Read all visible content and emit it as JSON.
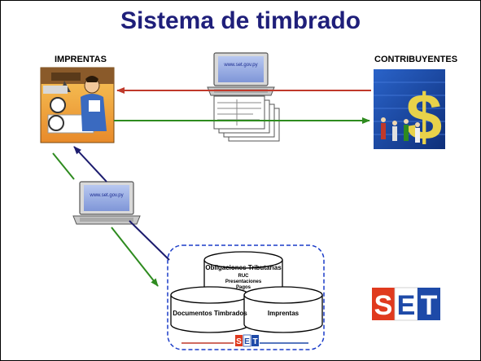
{
  "title": "Sistema de timbrado",
  "labels": {
    "imprentas": "IMPRENTAS",
    "contribuyentes": "CONTRIBUYENTES"
  },
  "laptop_url": "www.set.gov.py",
  "database": {
    "top": {
      "title": "Obligaciones Tributarias",
      "lines": [
        "RUC",
        "Presentaciones",
        "Pagos"
      ]
    },
    "left": "Documentos Timbrados",
    "right": "Imprentas"
  },
  "logo_text": "SET",
  "colors": {
    "title": "#1f1f7a",
    "arrow_red": "#c0392b",
    "arrow_green": "#2e8b1f",
    "arrow_navy": "#1c1c6e",
    "dashed_border": "#1a3cc8",
    "logo_red": "#e03a1e",
    "logo_blue": "#1e4aa8"
  }
}
